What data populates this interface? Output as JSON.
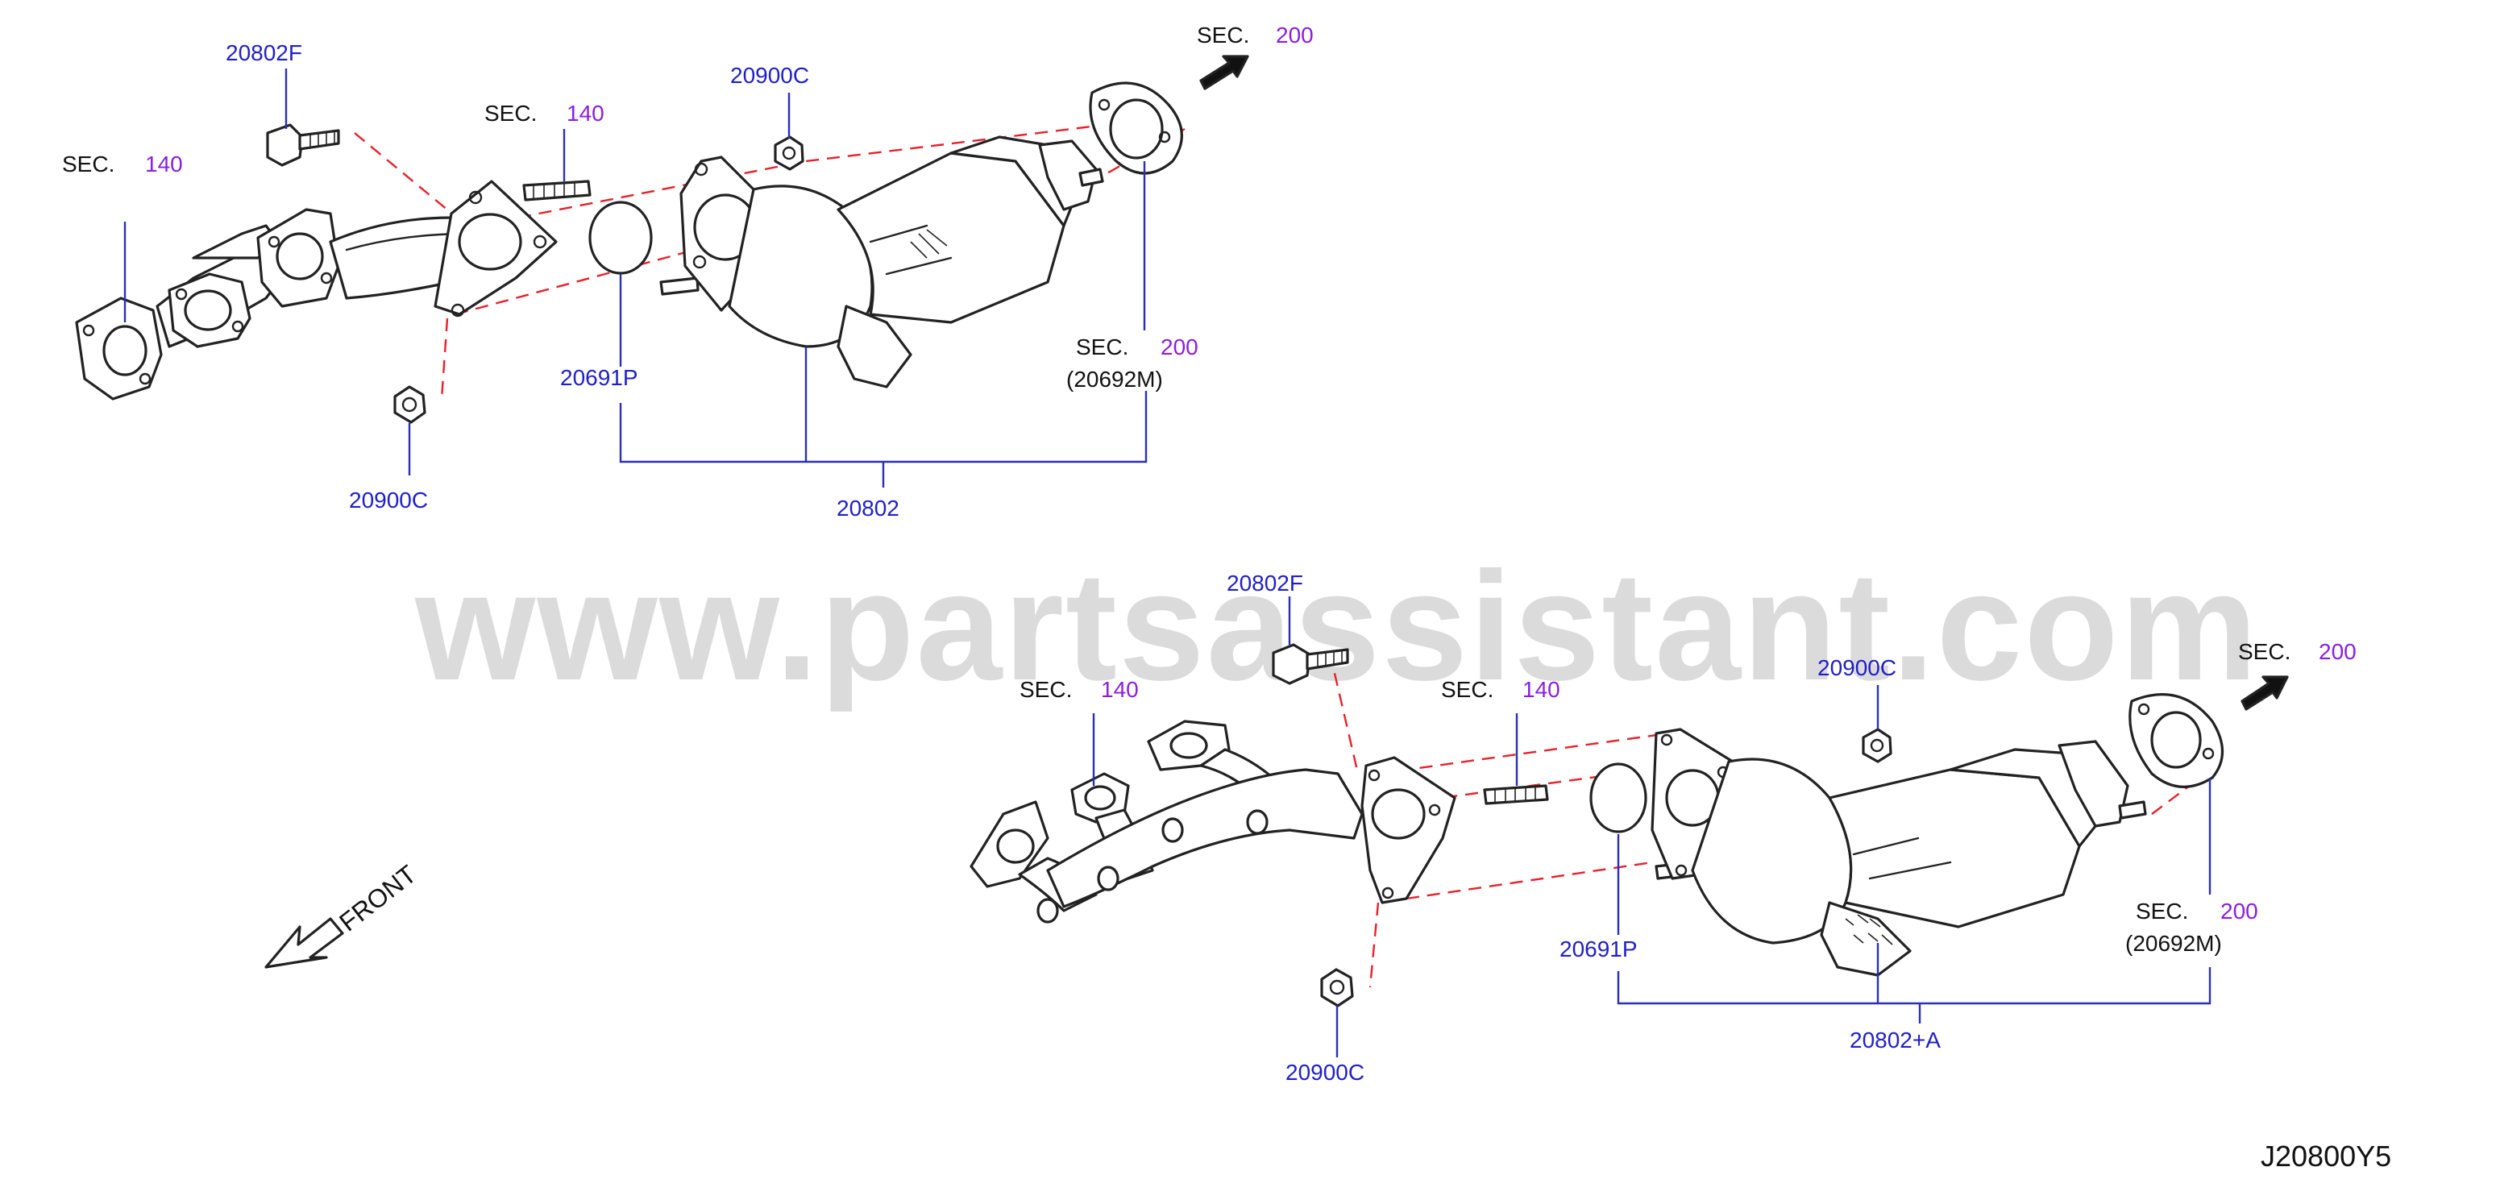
{
  "watermark": "www.partsassistant.com",
  "diagram_code": "J20800Y5",
  "front_label": "FRONT",
  "sec_label": "SEC.",
  "sec_numbers": {
    "exhaust_manifold": "140",
    "front_tube": "200"
  },
  "part_numbers": {
    "bolt": "20802F",
    "nut": "20900C",
    "gasket_ring": "20691P",
    "converter_assy": "20802",
    "converter_assy_alt": "20802+A",
    "front_gasket": "(20692M)"
  },
  "colors": {
    "part_number": "#1f1fc8",
    "section_number": "#8a1ee0",
    "reference_line": "#e8202a",
    "line_art": "#222222"
  }
}
